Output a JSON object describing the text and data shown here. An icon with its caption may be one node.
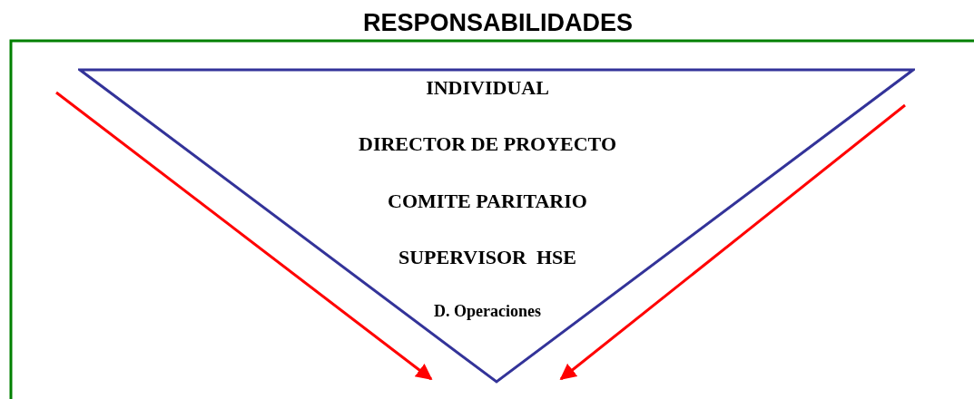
{
  "diagram": {
    "title": "RESPONSABILIDADES",
    "nodes": [
      {
        "text": [
          "INDIVIDUAL",
          "DIRECTOR DE PROYECTO",
          "COMITE PARITARIO",
          "SUPERVISOR  HSE",
          "D. Operaciones"
        ]
      }
    ]
  }
}
